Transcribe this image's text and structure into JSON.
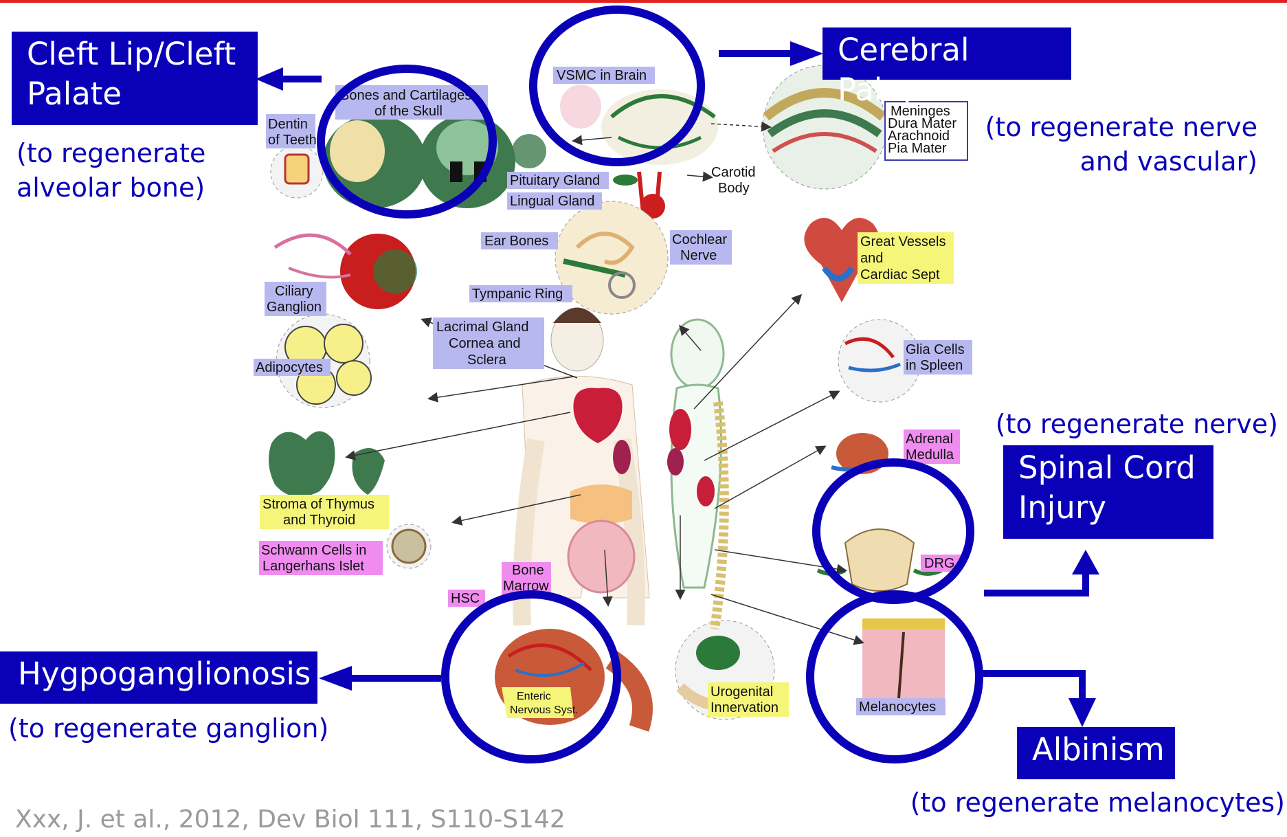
{
  "colors": {
    "accent_blue": "#0a00b8",
    "top_bar": "#e0211c",
    "label_purple": "#b8b8f0",
    "label_yellow": "#f5f57a",
    "label_pink": "#f08cf0"
  },
  "callouts": {
    "cleft": "Cleft Lip/Cleft Palate",
    "cerebral": "Cerebral Palsy",
    "spinal": "Spinal Cord Injury",
    "hypo": "Hygpoganglionosis",
    "albinism": "Albinism"
  },
  "notes": {
    "cleft": "(to regenerate alveolar bone)",
    "cerebral": "(to regenerate nerve and vascular)",
    "spinal": "(to regenerate nerve)",
    "hypo": "(to regenerate ganglion)",
    "albinism": "(to regenerate melanocytes)"
  },
  "citation": "Xxx, J. et al., 2012, Dev Biol 111, S110-S142",
  "diagram_labels": {
    "bones_skull": [
      "Bones and Cartilages",
      "of the Skull"
    ],
    "vsmc": "VSMC in Brain",
    "dentin": [
      "Dentin",
      "of Teeth"
    ],
    "meninges": [
      "Meninges",
      "Dura Mater",
      "Arachnoid",
      "Pia Mater"
    ],
    "pituitary": "Pituitary Gland",
    "lingual": "Lingual Gland",
    "carotid": [
      "Carotid",
      "Body"
    ],
    "ear_bones": "Ear Bones",
    "cochlear": [
      "Cochlear",
      "Nerve"
    ],
    "tympanic": "Tympanic Ring",
    "ciliary": [
      "Ciliary",
      "Ganglion"
    ],
    "great_vessels": [
      "Great Vessels",
      "and",
      "Cardiac Sept"
    ],
    "lacrimal": [
      "Lacrimal Gland",
      "Cornea and",
      "Sclera"
    ],
    "adipocytes": "Adipocytes",
    "glia": [
      "Glia Cells",
      "in Spleen"
    ],
    "adrenal": [
      "Adrenal",
      "Medulla"
    ],
    "thymus": [
      "Stroma of Thymus",
      "and Thyroid"
    ],
    "schwann": [
      "Schwann Cells in",
      "Langerhans Islet"
    ],
    "drg": "DRG",
    "bone_marrow": [
      "Bone",
      "Marrow"
    ],
    "hsc": "HSC",
    "enteric": [
      "Enteric",
      "Nervous Syst."
    ],
    "urogenital": [
      "Urogenital",
      "Innervation"
    ],
    "melanocytes": "Melanocytes"
  }
}
